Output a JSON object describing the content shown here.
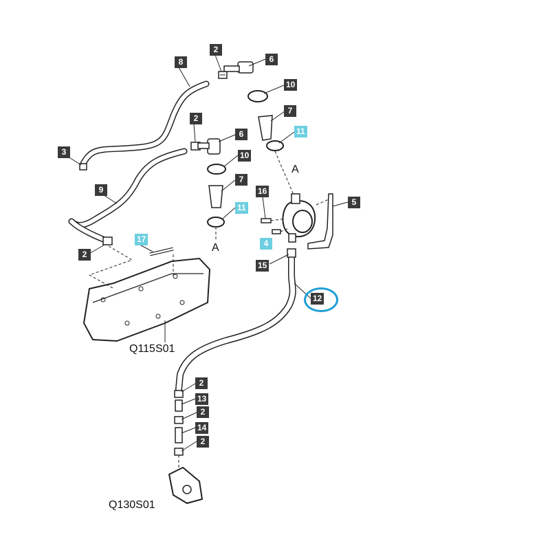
{
  "diagram": {
    "callouts": [
      {
        "label": "8",
        "highlight": false
      },
      {
        "label": "2",
        "highlight": false
      },
      {
        "label": "6",
        "highlight": false
      },
      {
        "label": "10",
        "highlight": false
      },
      {
        "label": "7",
        "highlight": false
      },
      {
        "label": "11",
        "highlight": true
      },
      {
        "label": "2",
        "highlight": false
      },
      {
        "label": "6",
        "highlight": false
      },
      {
        "label": "10",
        "highlight": false
      },
      {
        "label": "7",
        "highlight": false
      },
      {
        "label": "11",
        "highlight": true
      },
      {
        "label": "3",
        "highlight": false
      },
      {
        "label": "9",
        "highlight": false
      },
      {
        "label": "16",
        "highlight": false
      },
      {
        "label": "5",
        "highlight": false
      },
      {
        "label": "4",
        "highlight": true
      },
      {
        "label": "17",
        "highlight": true
      },
      {
        "label": "2",
        "highlight": false
      },
      {
        "label": "15",
        "highlight": false
      },
      {
        "label": "12",
        "highlight": false
      },
      {
        "label": "2",
        "highlight": false
      },
      {
        "label": "13",
        "highlight": false
      },
      {
        "label": "2",
        "highlight": false
      },
      {
        "label": "14",
        "highlight": false
      },
      {
        "label": "2",
        "highlight": false
      }
    ],
    "connection_marks": [
      "A",
      "A"
    ],
    "captions": [
      "Q115S01",
      "Q130S01"
    ],
    "selected_callout": "12",
    "colors": {
      "callout_bg": "#3a3a3a",
      "callout_highlight": "#6ccfe0",
      "selection_ring": "#1e9fd6",
      "line": "#222222"
    }
  }
}
